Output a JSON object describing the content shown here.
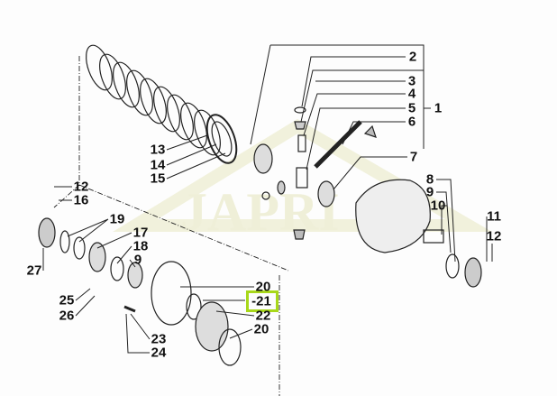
{
  "diagram": {
    "watermark": "JAPRI",
    "highlight_color": "#a8d81a",
    "highlighted_label": "21",
    "labels": [
      {
        "id": "l2",
        "text": "2"
      },
      {
        "id": "l3",
        "text": "3"
      },
      {
        "id": "l4",
        "text": "4"
      },
      {
        "id": "l5",
        "text": "5"
      },
      {
        "id": "l6",
        "text": "6"
      },
      {
        "id": "l1",
        "text": "1"
      },
      {
        "id": "l7",
        "text": "7"
      },
      {
        "id": "l8",
        "text": "8"
      },
      {
        "id": "l9a",
        "text": "9"
      },
      {
        "id": "l10",
        "text": "10"
      },
      {
        "id": "l11",
        "text": "11"
      },
      {
        "id": "l12a",
        "text": "12"
      },
      {
        "id": "l13",
        "text": "13"
      },
      {
        "id": "l14",
        "text": "14"
      },
      {
        "id": "l15",
        "text": "15"
      },
      {
        "id": "l12b",
        "text": "12"
      },
      {
        "id": "l16",
        "text": "16"
      },
      {
        "id": "l19",
        "text": "19"
      },
      {
        "id": "l17",
        "text": "17"
      },
      {
        "id": "l18",
        "text": "18"
      },
      {
        "id": "l9b",
        "text": "9"
      },
      {
        "id": "l27",
        "text": "27"
      },
      {
        "id": "l25",
        "text": "25"
      },
      {
        "id": "l26",
        "text": "26"
      },
      {
        "id": "l20a",
        "text": "20"
      },
      {
        "id": "l21",
        "text": "-21"
      },
      {
        "id": "l22",
        "text": "22"
      },
      {
        "id": "l20b",
        "text": "20"
      },
      {
        "id": "l23",
        "text": "23"
      },
      {
        "id": "l24",
        "text": "24"
      }
    ]
  }
}
